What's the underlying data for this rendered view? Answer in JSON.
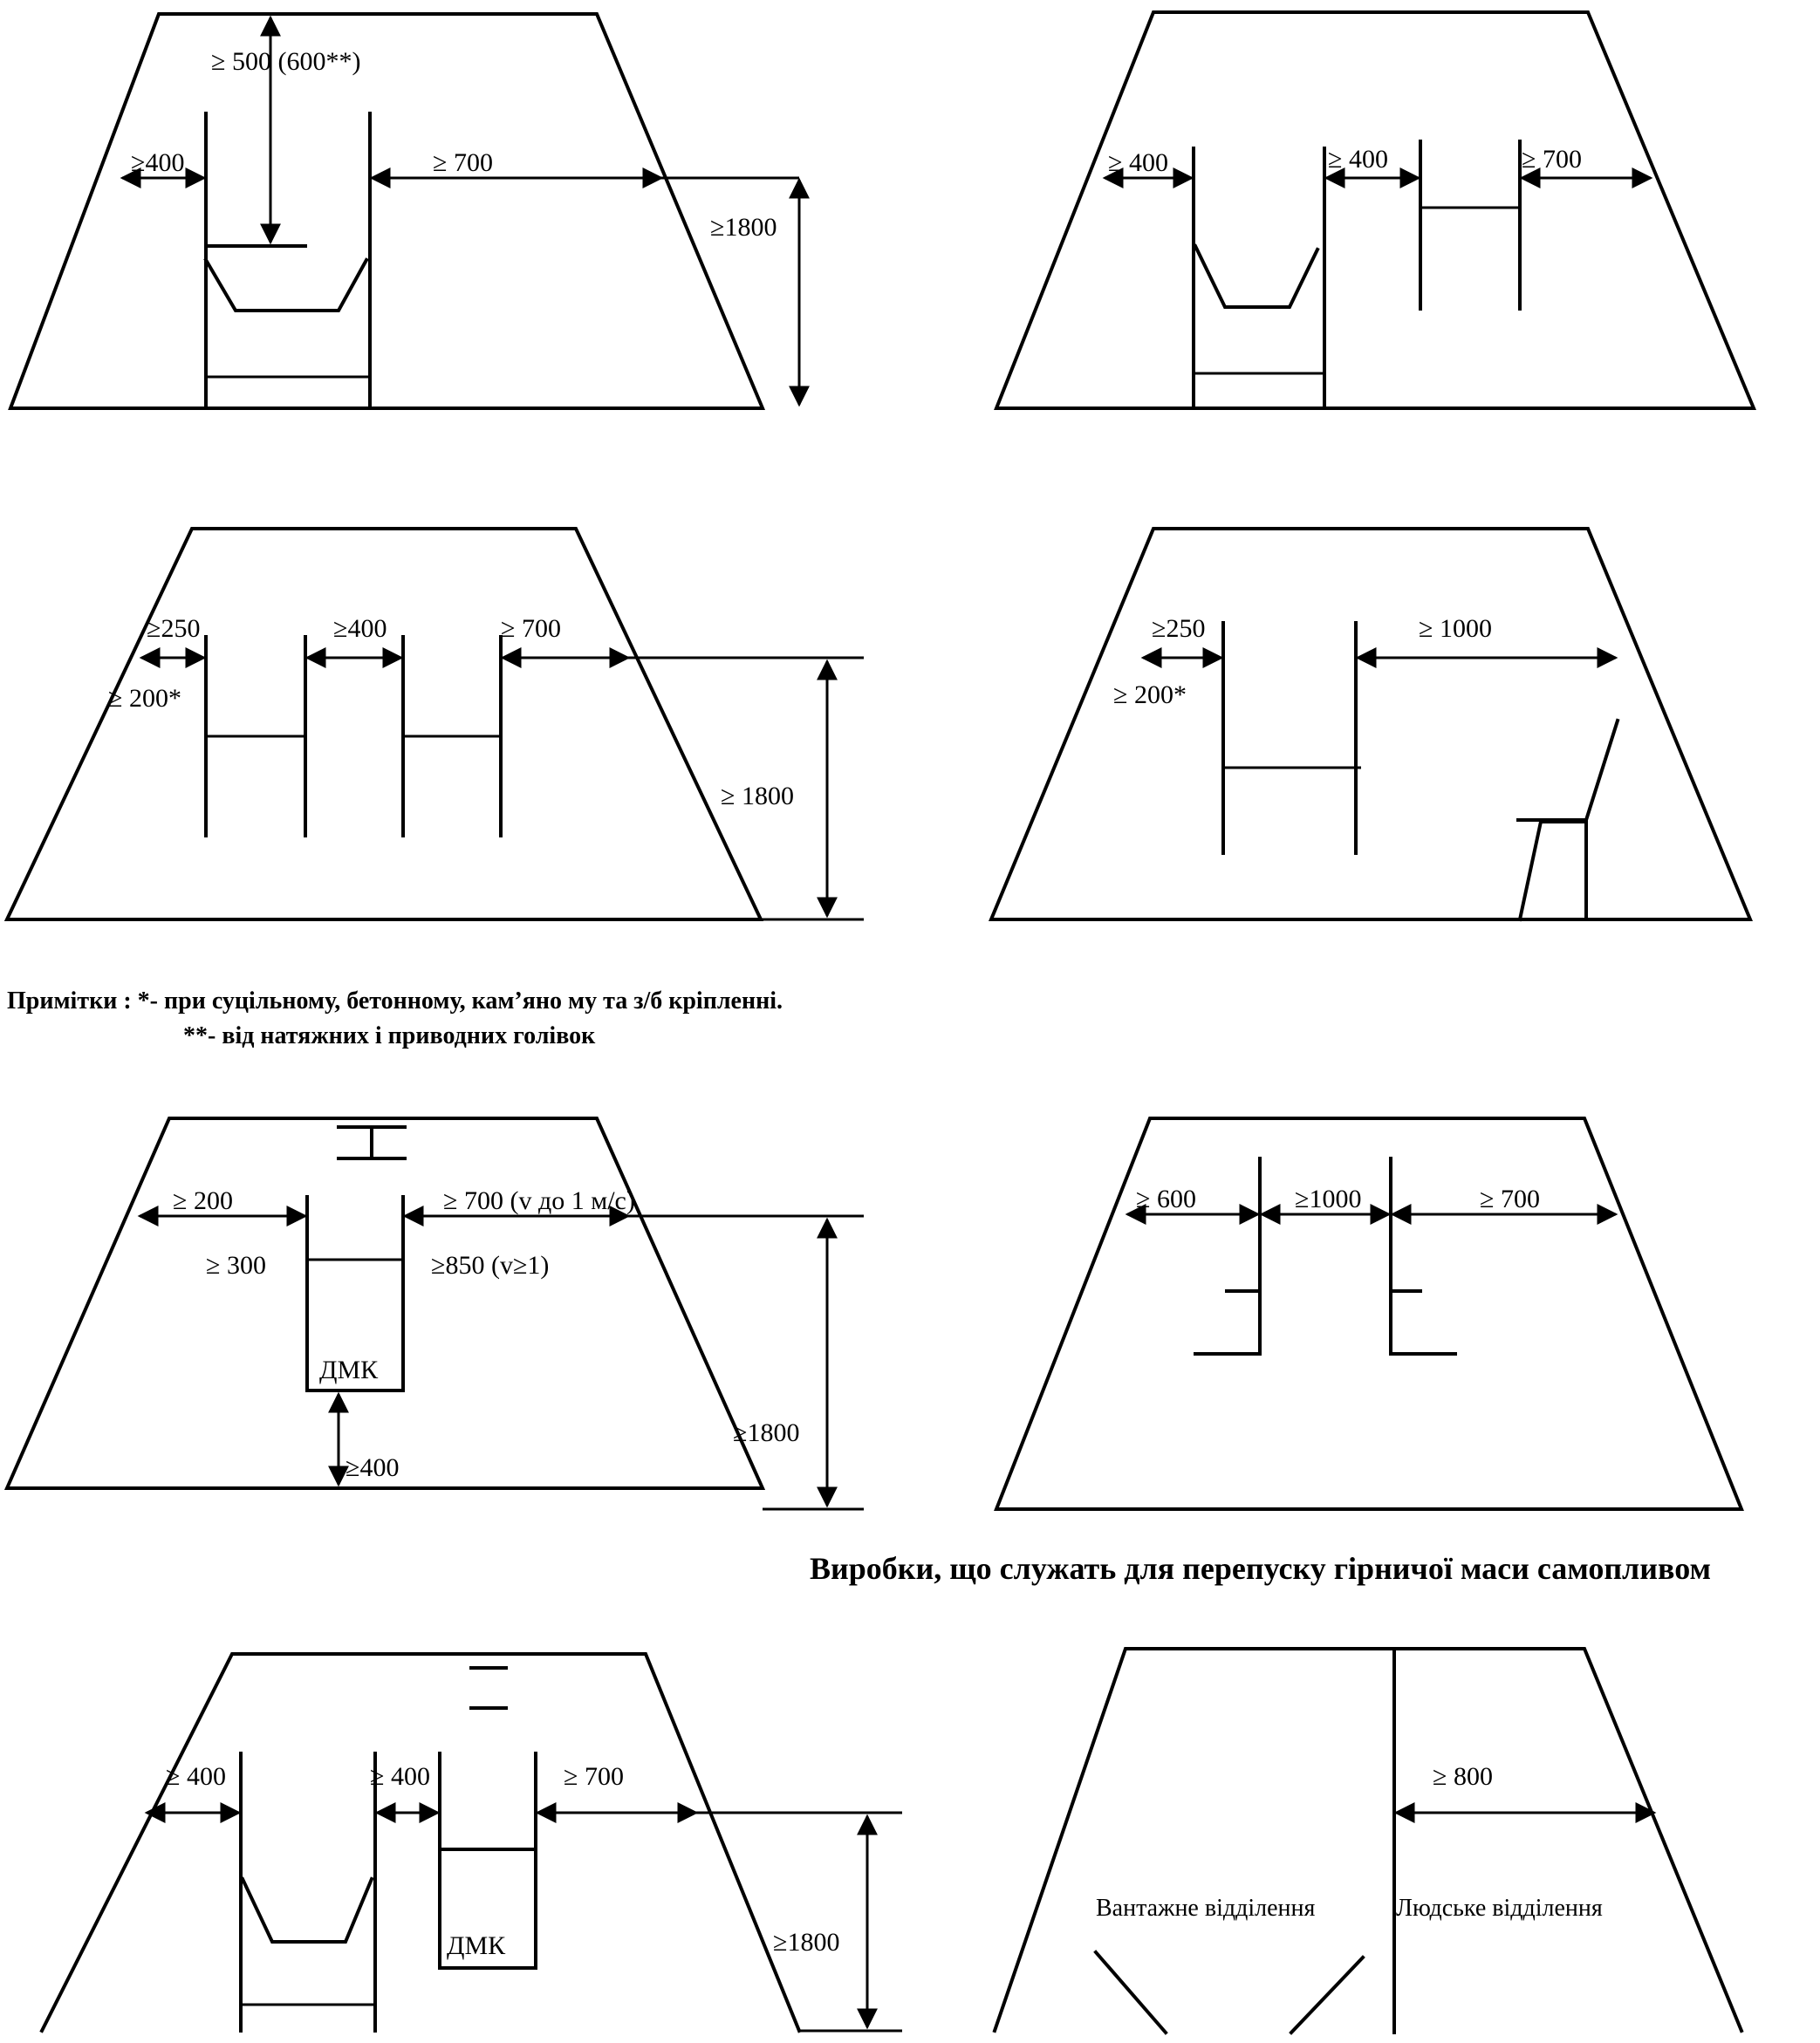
{
  "notes": {
    "line1": "Примітки : *- при суцільному, бетонному, кам’яно му та з/б кріпленні.",
    "line2": "**- від натяжних і приводних голівок"
  },
  "heading": "Виробки, що служать для перепуску гірничої   маси самопливом",
  "d1": {
    "top": "≥ 500 (600**)",
    "left": "≥400",
    "right": "≥  700",
    "height": "≥1800"
  },
  "d2": {
    "left": "≥ 400",
    "mid": "≥ 400",
    "right": "≥ 700"
  },
  "d3": {
    "left": "≥250",
    "left2": "≥  200*",
    "mid": "≥400",
    "right": "≥ 700",
    "height": "≥ 1800"
  },
  "d4": {
    "left": "≥250",
    "left2": "≥ 200*",
    "right": "≥ 1000"
  },
  "d5": {
    "left": "≥  200",
    "right": "≥ 700 (v до 1 м/с)",
    "inner_left": "≥ 300",
    "inner_right": "≥850 (v≥1)",
    "box": "ДМК",
    "bottom": "≥400",
    "height": "≥1800"
  },
  "d6": {
    "left": "≥ 600",
    "mid": "≥1000",
    "right": "≥   700"
  },
  "d7": {
    "left": "≥ 400",
    "mid": "≥ 400",
    "right": "≥ 700",
    "box": "ДМК",
    "height": "≥1800"
  },
  "d8": {
    "right": "≥  800",
    "cargo": "Вантажне відділення",
    "people": "Людське відділення"
  }
}
